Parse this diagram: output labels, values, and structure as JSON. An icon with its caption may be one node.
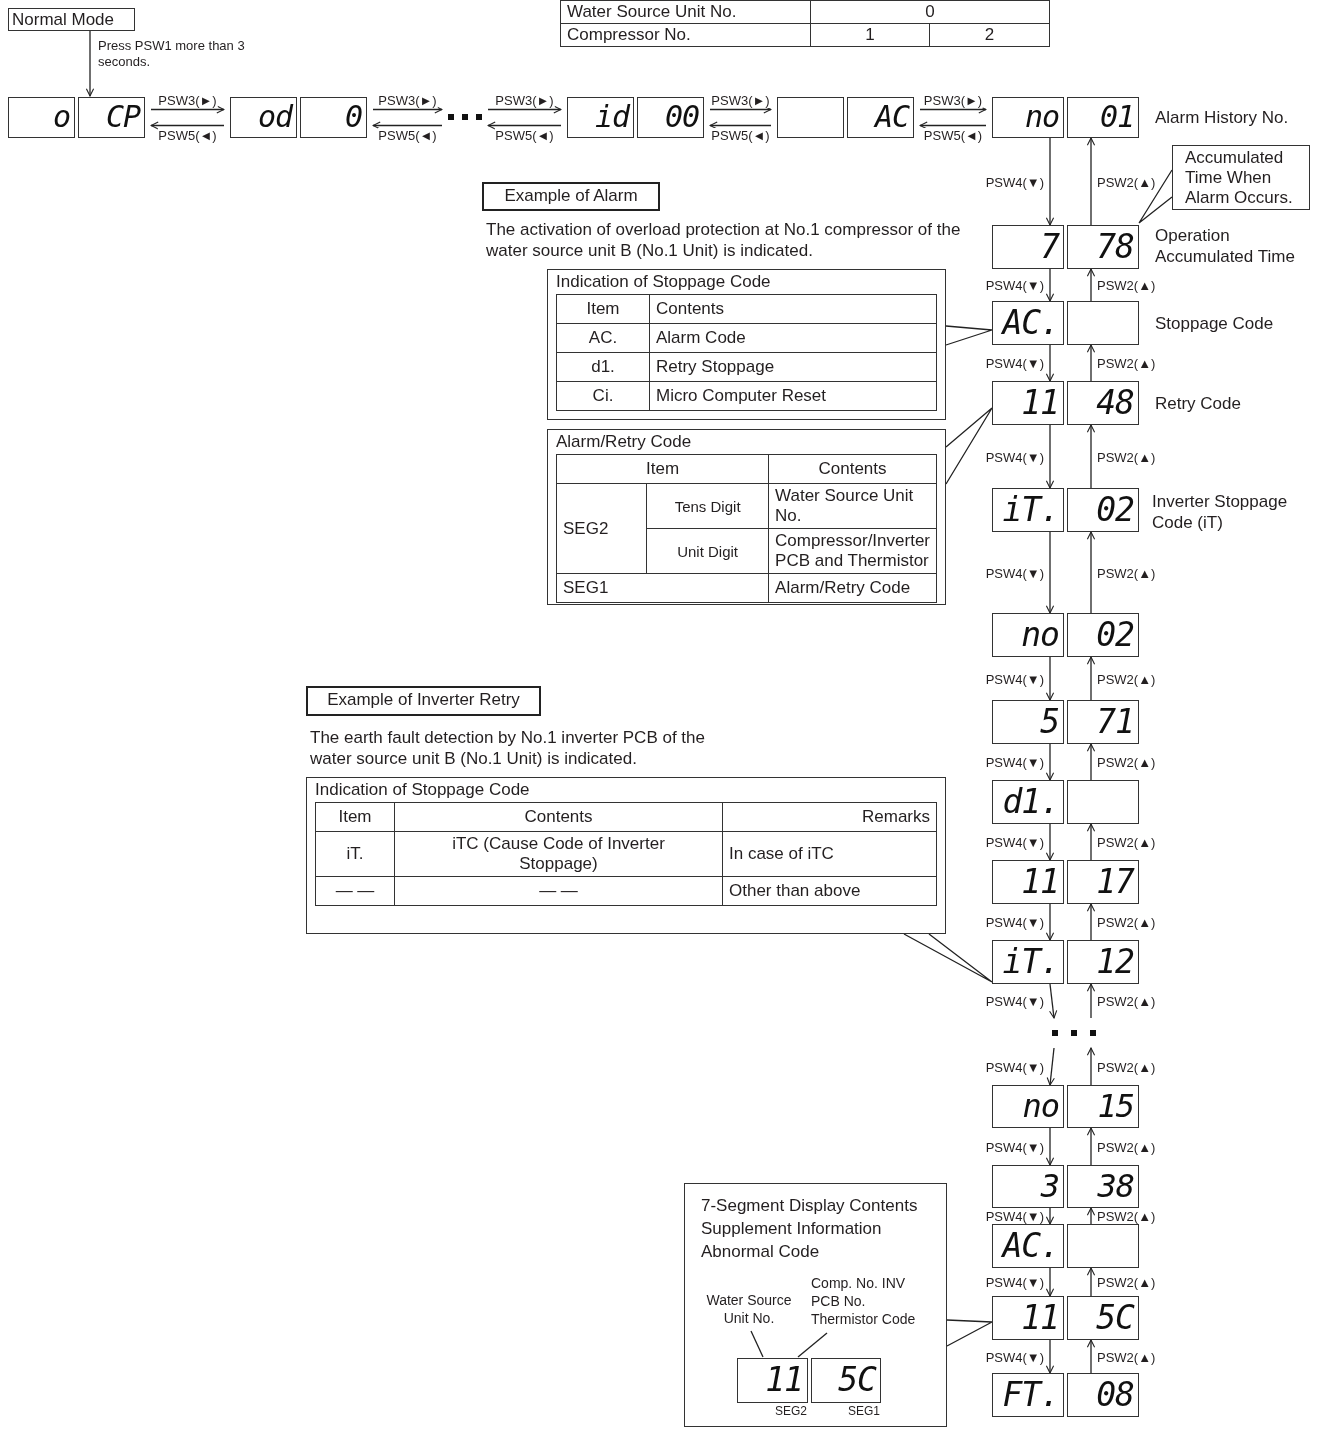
{
  "diagram": {
    "nodes": [
      {
        "text": [
          "Normal Mode"
        ]
      },
      {
        "text": [
          "o"
        ]
      },
      {
        "text": [
          "CP"
        ]
      },
      {
        "text": [
          "od"
        ]
      },
      {
        "text": [
          "0"
        ]
      },
      {
        "text": [],
        "shape": "ellipsis"
      },
      {
        "text": [
          "id"
        ]
      },
      {
        "text": [
          "00"
        ]
      },
      {
        "text": [],
        "shape": "box"
      },
      {
        "text": [
          "AC"
        ]
      },
      {
        "text": [
          "no"
        ]
      },
      {
        "text": [
          "01"
        ],
        "beside": [
          "Alarm History No."
        ]
      },
      {
        "text": [
          "Accumulated Time When Alarm Occurs."
        ]
      },
      {
        "text": [
          "Example of Alarm"
        ]
      },
      {
        "text": [
          "Indication of Stoppage Code",
          "Item",
          "Contents",
          "AC.",
          "Alarm Code",
          "d1.",
          "Retry Stoppage",
          "Ci.",
          "Micro Computer Reset"
        ]
      },
      {
        "text": [
          "7"
        ]
      },
      {
        "text": [
          "78"
        ],
        "beside": [
          "Operation Accumulated Time"
        ]
      },
      {
        "text": [
          "AC."
        ]
      },
      {
        "text": [],
        "shape": "box",
        "beside": [
          "Stoppage Code"
        ]
      },
      {
        "text": [
          "Alarm/Retry Code",
          "Item",
          "Contents",
          "SEG2",
          "Tens Digit",
          "Water Source Unit No.",
          "Unit Digit",
          "Compressor/Inverter PCB and Thermistor",
          "SEG1",
          "Alarm/Retry Code"
        ]
      },
      {
        "text": [
          "11"
        ]
      },
      {
        "text": [
          "48"
        ],
        "beside": [
          "Retry Code"
        ]
      },
      {
        "text": [
          "iT."
        ]
      },
      {
        "text": [
          "02"
        ],
        "beside": [
          "Inverter Stoppage Code (iT)"
        ]
      },
      {
        "text": [
          "no"
        ]
      },
      {
        "text": [
          "02"
        ]
      },
      {
        "text": [
          "Example of Inverter Retry"
        ]
      },
      {
        "text": [
          "5"
        ]
      },
      {
        "text": [
          "71"
        ]
      },
      {
        "text": [
          "Indication of Stoppage Code",
          "Item",
          "Contents",
          "Remarks",
          "iT.",
          "iTC (Cause Code of Inverter Stoppage)",
          "In case of iTC",
          "— —",
          "— —",
          "Other than above"
        ]
      },
      {
        "text": [
          "d1."
        ]
      },
      {
        "text": [],
        "shape": "box"
      },
      {
        "text": [
          "11"
        ]
      },
      {
        "text": [
          "17"
        ]
      },
      {
        "text": [
          "iT."
        ]
      },
      {
        "text": [
          "12"
        ]
      },
      {
        "text": [],
        "shape": "ellipsis"
      },
      {
        "text": [
          "no"
        ]
      },
      {
        "text": [
          "15"
        ]
      },
      {
        "text": [
          "3"
        ]
      },
      {
        "text": [
          "38"
        ]
      },
      {
        "text": [
          "7-Segment Display Contents Supplement Information Abnormal Code"
        ]
      },
      {
        "text": [
          "AC."
        ]
      },
      {
        "text": [],
        "shape": "box"
      },
      {
        "text": [
          "Water Source Unit No."
        ],
        "in": 41
      },
      {
        "text": [
          "Comp. No. INV PCB No. Thermistor Code"
        ],
        "in": 41
      },
      {
        "text": [
          "11"
        ],
        "in": 41,
        "beside": [
          "SEG2"
        ]
      },
      {
        "text": [
          "5C"
        ],
        "in": 41,
        "beside": [
          "SEG1"
        ]
      },
      {
        "text": [
          "11"
        ]
      },
      {
        "text": [
          "5C"
        ]
      },
      {
        "text": [
          "FT."
        ]
      },
      {
        "text": [
          "08"
        ]
      }
    ],
    "edges": [
      {
        "from": 0,
        "to": 2,
        "arrow": "to",
        "label": "Press PSW1 more than 3 seconds."
      },
      {
        "from": 2,
        "to": 3,
        "arrow": "to",
        "label": "PSW3(►)"
      },
      {
        "from": 3,
        "to": 2,
        "arrow": "to",
        "label": "PSW5(◄)"
      },
      {
        "from": 4,
        "to": 5,
        "arrow": "to",
        "label": "PSW3(►)"
      },
      {
        "from": 5,
        "to": 4,
        "arrow": "to",
        "label": "PSW5(◄)"
      },
      {
        "from": 5,
        "to": 6,
        "arrow": "to",
        "label": "PSW3(►)"
      },
      {
        "from": 6,
        "to": 5,
        "arrow": "to",
        "label": "PSW5(◄)"
      },
      {
        "from": 7,
        "to": 8,
        "arrow": "to",
        "label": "PSW3(►)"
      },
      {
        "from": 8,
        "to": 7,
        "arrow": "to",
        "label": "PSW5(◄)"
      },
      {
        "from": 9,
        "to": 10,
        "arrow": "to",
        "label": "PSW3(►)"
      },
      {
        "from": 10,
        "to": 9,
        "arrow": "to",
        "label": "PSW5(◄)"
      },
      {
        "from": 12,
        "to": 16,
        "arrow": "none"
      },
      {
        "from": 10,
        "to": 15,
        "arrow": "to",
        "label": "PSW4(▼)"
      },
      {
        "from": 16,
        "to": 11,
        "arrow": "to",
        "label": "PSW2(▲)"
      },
      {
        "from": 14,
        "to": 17,
        "arrow": "none"
      },
      {
        "from": 15,
        "to": 17,
        "arrow": "to",
        "label": "PSW4(▼)"
      },
      {
        "from": 18,
        "to": 16,
        "arrow": "to",
        "label": "PSW2(▲)"
      },
      {
        "from": 19,
        "to": 20,
        "arrow": "none"
      },
      {
        "from": 17,
        "to": 20,
        "arrow": "to",
        "label": "PSW4(▼)"
      },
      {
        "from": 21,
        "to": 18,
        "arrow": "to",
        "label": "PSW2(▲)"
      },
      {
        "from": 20,
        "to": 22,
        "arrow": "to",
        "label": "PSW4(▼)"
      },
      {
        "from": 23,
        "to": 21,
        "arrow": "to",
        "label": "PSW2(▲)"
      },
      {
        "from": 22,
        "to": 24,
        "arrow": "to",
        "label": "PSW4(▼)"
      },
      {
        "from": 25,
        "to": 23,
        "arrow": "to",
        "label": "PSW2(▲)"
      },
      {
        "from": 24,
        "to": 27,
        "arrow": "to",
        "label": "PSW4(▼)"
      },
      {
        "from": 28,
        "to": 25,
        "arrow": "to",
        "label": "PSW2(▲)"
      },
      {
        "from": 27,
        "to": 30,
        "arrow": "to",
        "label": "PSW4(▼)"
      },
      {
        "from": 31,
        "to": 28,
        "arrow": "to",
        "label": "PSW2(▲)"
      },
      {
        "from": 30,
        "to": 32,
        "arrow": "to",
        "label": "PSW4(▼)"
      },
      {
        "from": 33,
        "to": 31,
        "arrow": "to",
        "label": "PSW2(▲)"
      },
      {
        "from": 29,
        "to": 34,
        "arrow": "none"
      },
      {
        "from": 32,
        "to": 34,
        "arrow": "to",
        "label": "PSW4(▼)"
      },
      {
        "from": 35,
        "to": 33,
        "arrow": "to",
        "label": "PSW2(▲)"
      },
      {
        "from": 34,
        "to": 36,
        "arrow": "to",
        "label": "PSW4(▼)"
      },
      {
        "from": 36,
        "to": 35,
        "arrow": "to",
        "label": "PSW2(▲)"
      },
      {
        "from": 36,
        "to": 37,
        "arrow": "to",
        "label": "PSW4(▼)"
      },
      {
        "from": 38,
        "to": 36,
        "arrow": "to",
        "label": "PSW2(▲)"
      },
      {
        "from": 37,
        "to": 39,
        "arrow": "to",
        "label": "PSW4(▼)"
      },
      {
        "from": 40,
        "to": 38,
        "arrow": "to",
        "label": "PSW2(▲)"
      },
      {
        "from": 39,
        "to": 42,
        "arrow": "to",
        "label": "PSW4(▼)"
      },
      {
        "from": 43,
        "to": 40,
        "arrow": "to",
        "label": "PSW2(▲)"
      },
      {
        "from": 44,
        "to": 46,
        "arrow": "none"
      },
      {
        "from": 45,
        "to": 46,
        "arrow": "none"
      },
      {
        "from": 41,
        "to": 48,
        "arrow": "none"
      },
      {
        "from": 42,
        "to": 48,
        "arrow": "to",
        "label": "PSW4(▼)"
      },
      {
        "from": 49,
        "to": 43,
        "arrow": "to",
        "label": "PSW2(▲)"
      },
      {
        "from": 48,
        "to": 50,
        "arrow": "to",
        "label": "PSW4(▼)"
      },
      {
        "from": 51,
        "to": 49,
        "arrow": "to",
        "label": "PSW2(▲)"
      }
    ],
    "labels": [
      "Water Source Unit No.",
      "0",
      "Compressor No.",
      "1",
      "2",
      "The activation of overload protection at No.1 compressor of the water source unit B (No.1 Unit) is indicated.",
      "The earth fault detection by No.1 inverter PCB of the water source unit B (No.1 Unit) is indicated."
    ]
  }
}
